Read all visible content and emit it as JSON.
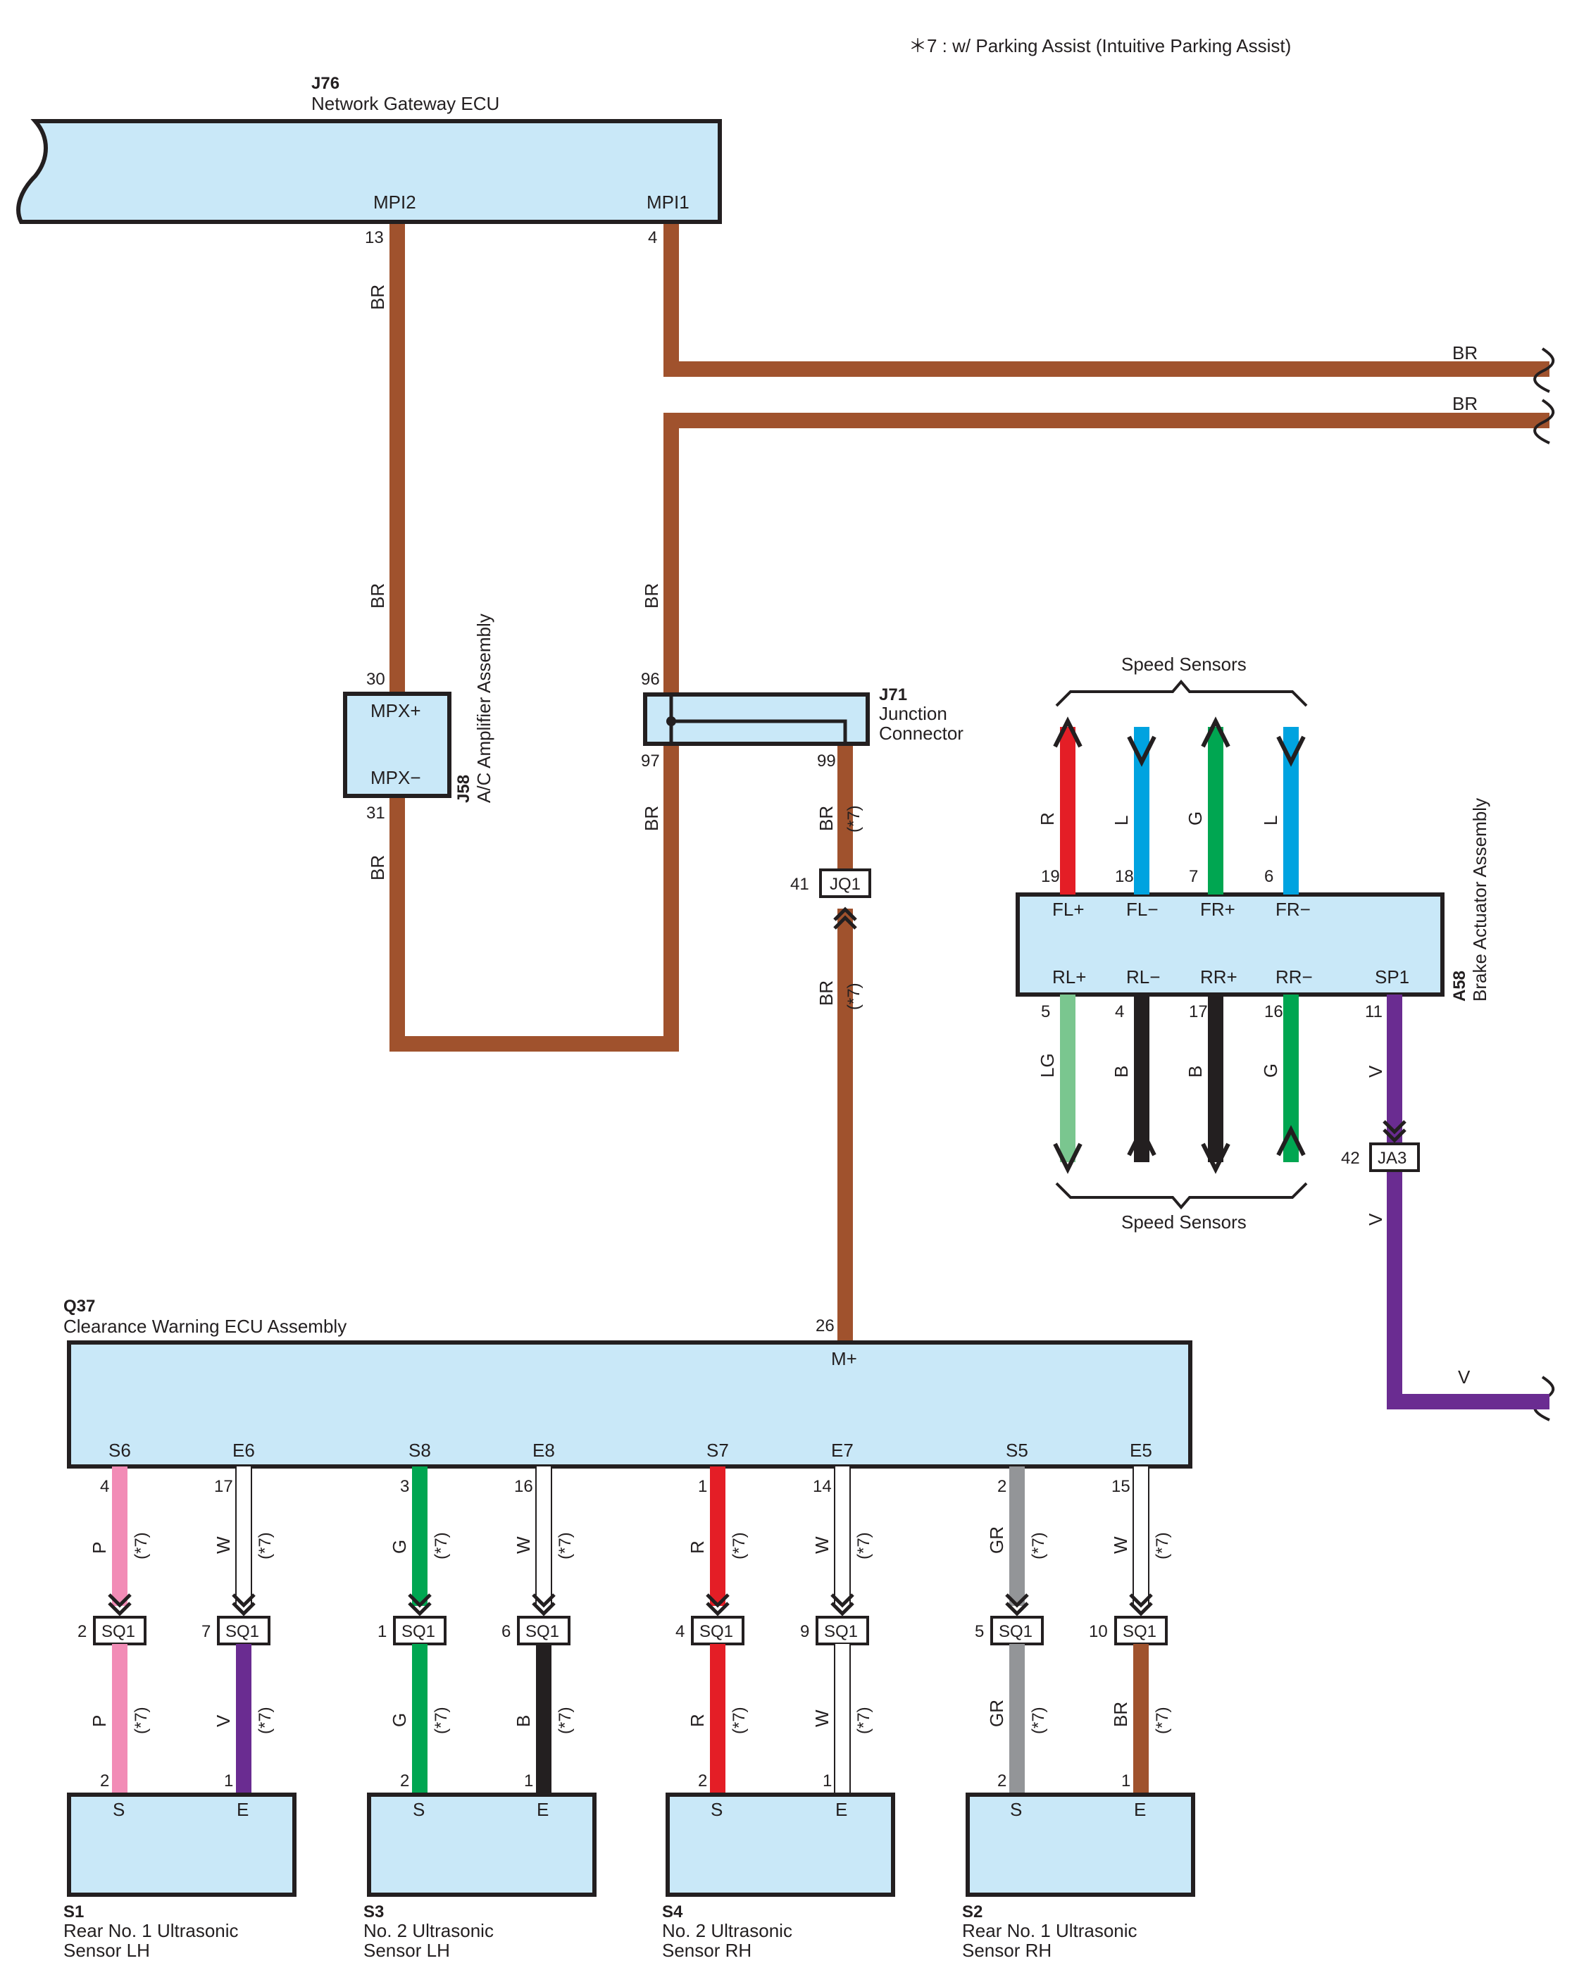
{
  "note": "＊7 : w/ Parking Assist (Intuitive Parking Assist)",
  "colors": {
    "BR": "#a0522d",
    "R": "#e41e26",
    "L": "#00a3e0",
    "G": "#00a651",
    "LG": "#7ac68f",
    "B": "#231f20",
    "V": "#6a2c91",
    "P": "#f28cb6",
    "W": "#ffffff",
    "GR": "#939598",
    "box_fill": "#c9e8f8"
  },
  "j76": {
    "code": "J76",
    "name": "Network Gateway ECU",
    "mpi2": "MPI2",
    "mpi1": "MPI1",
    "pin13": "13",
    "pin4": "4"
  },
  "j58": {
    "code": "J58",
    "name": "A/C Amplifier Assembly",
    "mpxp": "MPX+",
    "mpxm": "MPX−",
    "pin30": "30",
    "pin31": "31"
  },
  "j71": {
    "code": "J71",
    "name1": "Junction",
    "name2": "Connector",
    "pin96": "96",
    "pin97": "97",
    "pin99": "99"
  },
  "jq1": {
    "code": "JQ1",
    "pin": "41"
  },
  "ja3": {
    "code": "JA3",
    "pin": "42"
  },
  "a58": {
    "code": "A58",
    "name": "Brake Actuator Assembly",
    "speed_top": "Speed Sensors",
    "speed_bottom": "Speed Sensors",
    "top_terms": [
      {
        "term": "FL+",
        "pin": "19",
        "wire": "R"
      },
      {
        "term": "FL−",
        "pin": "18",
        "wire": "L"
      },
      {
        "term": "FR+",
        "pin": "7",
        "wire": "G"
      },
      {
        "term": "FR−",
        "pin": "6",
        "wire": "L"
      }
    ],
    "bottom_terms": [
      {
        "term": "RL+",
        "pin": "5",
        "wire": "LG"
      },
      {
        "term": "RL−",
        "pin": "4",
        "wire": "B"
      },
      {
        "term": "RR+",
        "pin": "17",
        "wire": "B"
      },
      {
        "term": "RR−",
        "pin": "16",
        "wire": "G"
      },
      {
        "term": "SP1",
        "pin": "11",
        "wire": "V"
      }
    ]
  },
  "q37": {
    "code": "Q37",
    "name": "Clearance Warning ECU Assembly",
    "mplus": "M+",
    "pin26": "26",
    "terms": [
      {
        "term": "S6",
        "pin": "4",
        "wire": "P",
        "j": "2",
        "sub": "P"
      },
      {
        "term": "E6",
        "pin": "17",
        "wire": "W",
        "j": "7",
        "sub": "V"
      },
      {
        "term": "S8",
        "pin": "3",
        "wire": "G",
        "j": "1",
        "sub": "G"
      },
      {
        "term": "E8",
        "pin": "16",
        "wire": "W",
        "j": "6",
        "sub": "B"
      },
      {
        "term": "S7",
        "pin": "1",
        "wire": "R",
        "j": "4",
        "sub": "R"
      },
      {
        "term": "E7",
        "pin": "14",
        "wire": "W",
        "j": "9",
        "sub": "W"
      },
      {
        "term": "S5",
        "pin": "2",
        "wire": "GR",
        "j": "5",
        "sub": "GR"
      },
      {
        "term": "E5",
        "pin": "15",
        "wire": "W",
        "j": "10",
        "sub": "BR"
      }
    ]
  },
  "sq1": "SQ1",
  "star7": "(*7)",
  "wire_br": "BR",
  "wire_v": "V",
  "sensors": [
    {
      "code": "S1",
      "l1": "Rear No.  1 Ultrasonic",
      "l2": "Sensor LH",
      "s": "S",
      "e": "E",
      "ps": "2",
      "pe": "1"
    },
    {
      "code": "S3",
      "l1": "No.  2 Ultrasonic",
      "l2": "Sensor LH",
      "s": "S",
      "e": "E",
      "ps": "2",
      "pe": "1"
    },
    {
      "code": "S4",
      "l1": "No.  2 Ultrasonic",
      "l2": "Sensor RH",
      "s": "S",
      "e": "E",
      "ps": "2",
      "pe": "1"
    },
    {
      "code": "S2",
      "l1": "Rear No.  1 Ultrasonic",
      "l2": "Sensor RH",
      "s": "S",
      "e": "E",
      "ps": "2",
      "pe": "1"
    }
  ]
}
